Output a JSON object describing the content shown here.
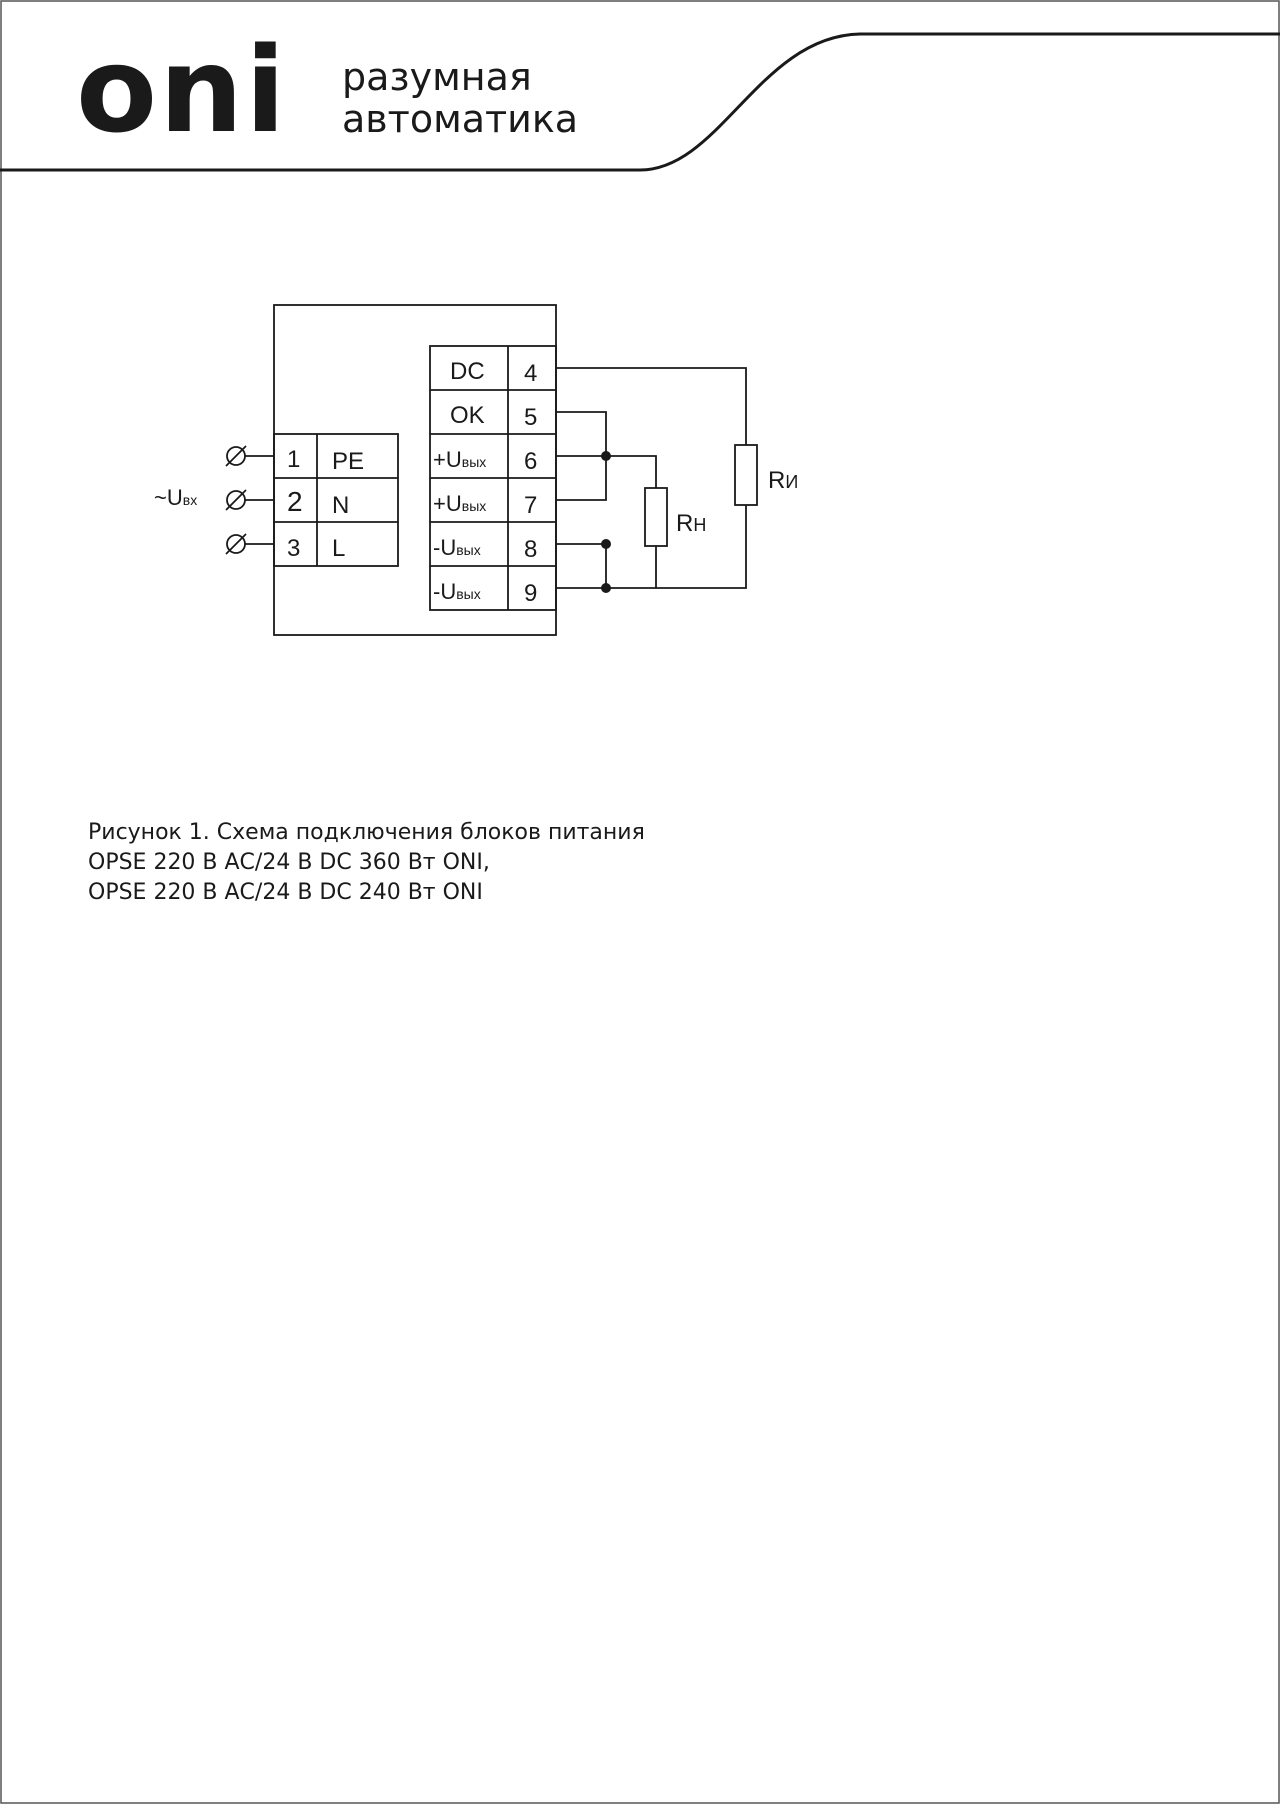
{
  "header": {
    "logo": "oni",
    "tagline_line1": "разумная",
    "tagline_line2": "автоматика"
  },
  "diagram": {
    "input_label_main": "~U",
    "input_label_sub": "вх",
    "input_terminals": [
      {
        "number": "1",
        "label": "PE"
      },
      {
        "number": "2",
        "label": "N"
      },
      {
        "number": "3",
        "label": "L"
      }
    ],
    "output_terminals": [
      {
        "label": "DC",
        "label_sub": "",
        "number": "4"
      },
      {
        "label": "OK",
        "label_sub": "",
        "number": "5"
      },
      {
        "label": "+U",
        "label_sub": "вых",
        "number": "6"
      },
      {
        "label": "+U",
        "label_sub": "вых",
        "number": "7"
      },
      {
        "label": "-U",
        "label_sub": "вых",
        "number": "8"
      },
      {
        "label": "-U",
        "label_sub": "вых",
        "number": "9"
      }
    ],
    "load_resistor": {
      "main": "R",
      "sub": "Н"
    },
    "indicator_resistor": {
      "main": "R",
      "sub": "И"
    }
  },
  "caption": {
    "line1": "Рисунок 1. Схема подключения блоков питания",
    "line2": "OPSE 220 В АС/24 В DC 360 Вт ONI,",
    "line3": "OPSE 220 В АС/24 В DC 240 Вт ONI"
  }
}
